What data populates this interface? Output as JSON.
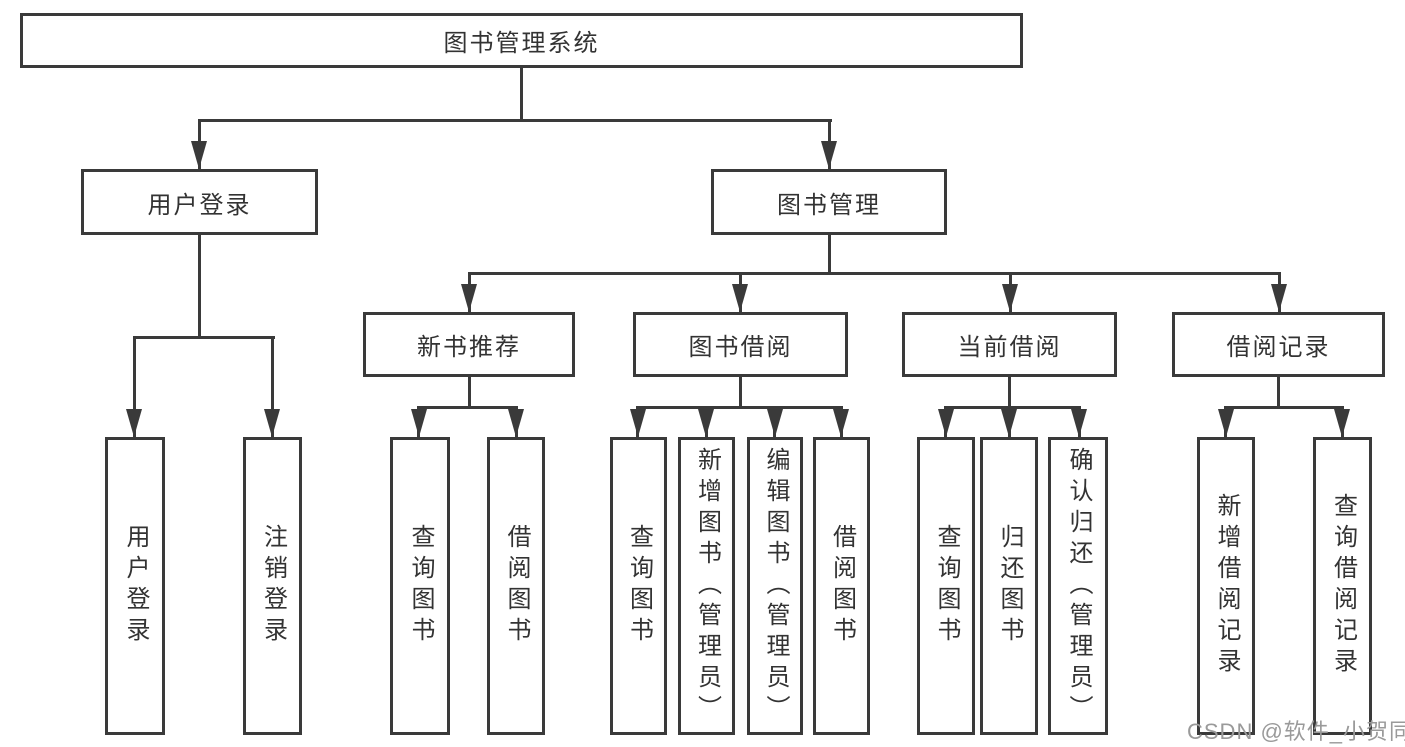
{
  "tree": {
    "root": {
      "label": "图书管理系统"
    },
    "user_login": {
      "label": "用户登录",
      "children": [
        "用户登录",
        "注销登录"
      ]
    },
    "book_mgmt": {
      "label": "图书管理"
    },
    "new_books": {
      "label": "新书推荐",
      "children": [
        "查询图书",
        "借阅图书"
      ]
    },
    "borrow": {
      "label": "图书借阅",
      "children": [
        "查询图书",
        "新增图书（管理员）",
        "编辑图书（管理员）",
        "借阅图书"
      ]
    },
    "current": {
      "label": "当前借阅",
      "children": [
        "查询图书",
        "归还图书",
        "确认归还（管理员）"
      ]
    },
    "records": {
      "label": "借阅记录",
      "children": [
        "新增借阅记录",
        "查询借阅记录"
      ]
    }
  },
  "watermark": {
    "text": "CSDN @软件_小贺同学",
    "color": "#9a9a9a"
  },
  "colors": {
    "line": "#3a3a3a",
    "text": "#333333",
    "background": "#ffffff"
  }
}
